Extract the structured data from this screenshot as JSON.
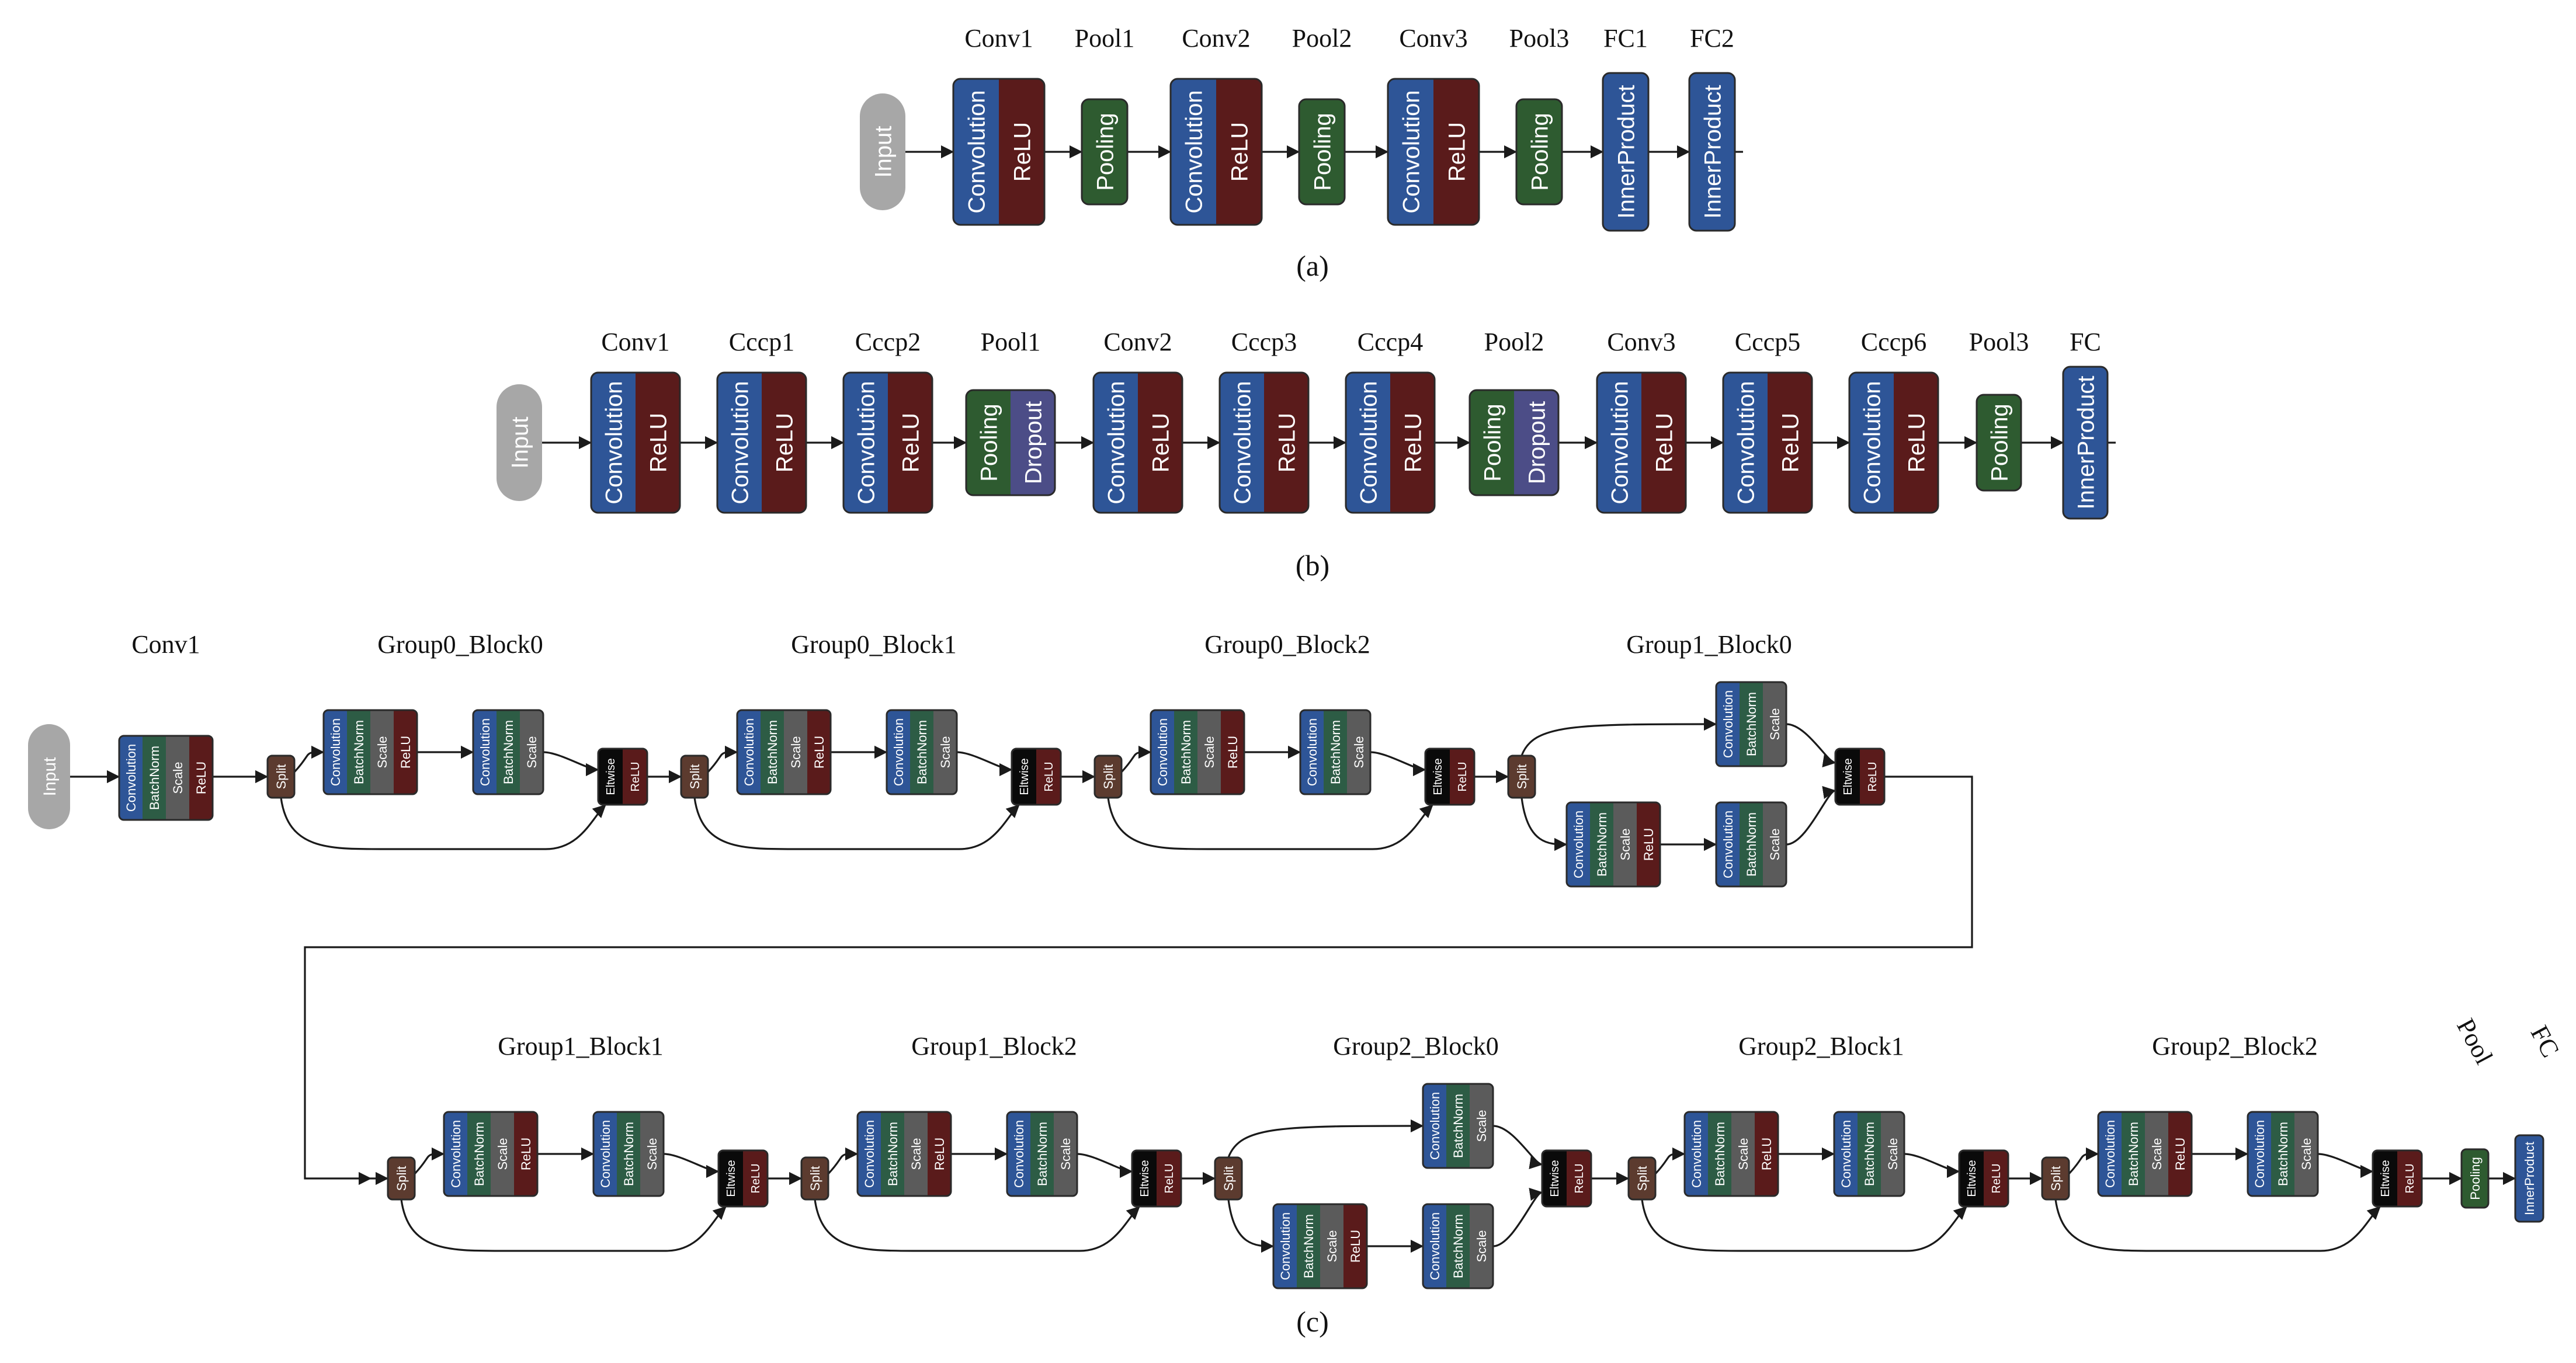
{
  "colors": {
    "input": "#a7a7a7",
    "convolution": "#2e5597",
    "relu": "#5a1b1b",
    "pooling": "#2e5b30",
    "dropout": "#4c4d87",
    "innerproduct": "#2e5597",
    "batchnorm": "#2d5c45",
    "scale": "#5b5b5b",
    "split": "#5c3b2f",
    "eltwise": "#0a0a0a",
    "stroke": "#2a2a2a",
    "text": "#111111"
  },
  "layer_labels": {
    "input": "Input",
    "convolution": "Convolution",
    "relu": "ReLU",
    "pooling": "Pooling",
    "dropout": "Dropout",
    "innerproduct": "InnerProduct",
    "batchnorm": "BatchNorm",
    "scale": "Scale",
    "split": "Split",
    "eltwise": "Eltwise"
  },
  "panel_a": {
    "caption": "(a)",
    "stages": [
      "Conv1",
      "Pool1",
      "Conv2",
      "Pool2",
      "Conv3",
      "Pool3",
      "FC1",
      "FC2"
    ]
  },
  "panel_b": {
    "caption": "(b)",
    "stages": [
      "Conv1",
      "Cccp1",
      "Cccp2",
      "Pool1",
      "Conv2",
      "Cccp3",
      "Cccp4",
      "Pool2",
      "Conv3",
      "Cccp5",
      "Cccp6",
      "Pool3",
      "FC"
    ]
  },
  "panel_c": {
    "caption": "(c)",
    "row1_stages": [
      "Conv1",
      "Group0_Block0",
      "Group0_Block1",
      "Group0_Block2",
      "Group1_Block0"
    ],
    "row2_stages": [
      "Group1_Block1",
      "Group1_Block2",
      "Group2_Block0",
      "Group2_Block1",
      "Group2_Block2"
    ],
    "tail_stages": [
      "Pool",
      "FC"
    ]
  }
}
